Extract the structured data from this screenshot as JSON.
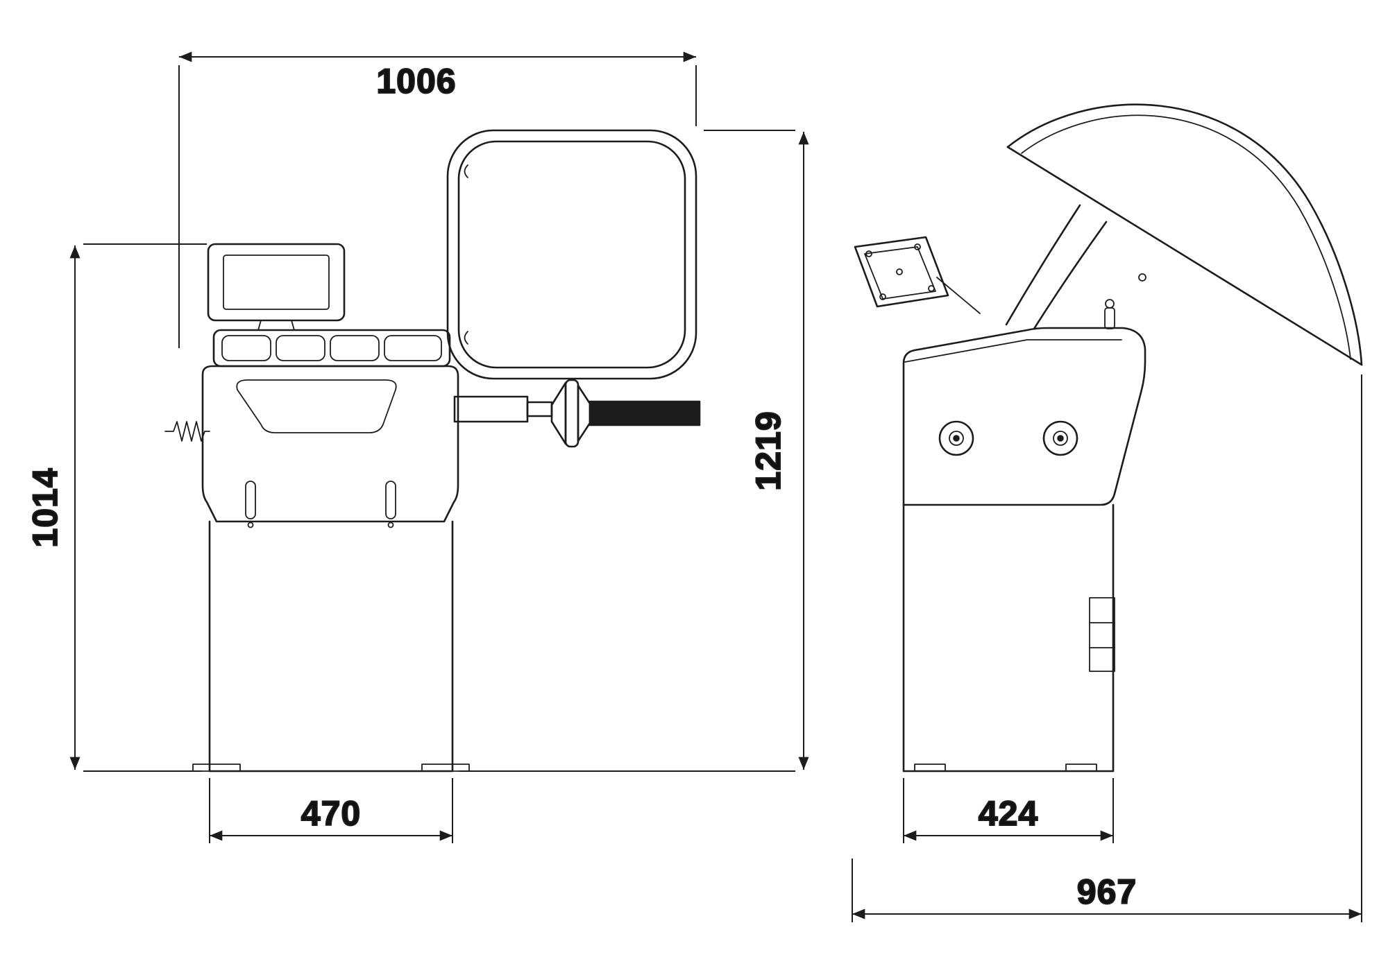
{
  "diagram": {
    "kind": "technical-dimension-drawing",
    "subject": "wheel-balancer",
    "views": {
      "left": "front-view",
      "right": "side-view"
    },
    "dimensions": {
      "top_width": "1006",
      "left_height": "1014",
      "right_height": "1219",
      "front_base_width": "470",
      "side_base_width": "424",
      "side_overall_depth": "967"
    },
    "colors": {
      "line": "#1c1c1e",
      "text": "#111111",
      "background": "#ffffff"
    }
  }
}
